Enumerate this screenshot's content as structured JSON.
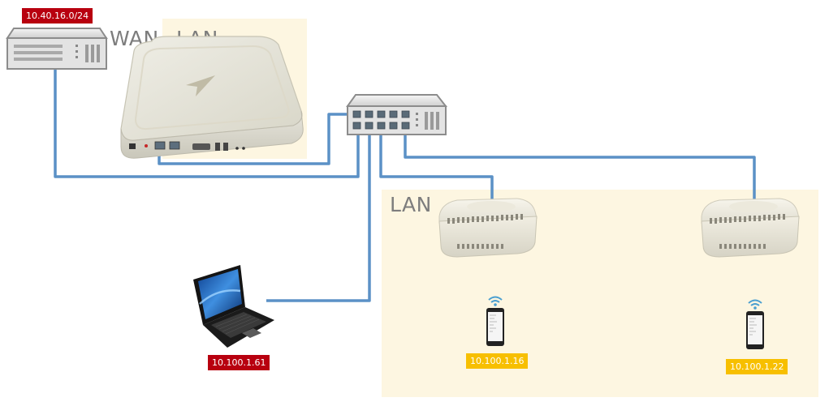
{
  "colors": {
    "wire": "#5b91c6",
    "zone_fill": "#fdf6e1",
    "ip_red": "#b8000f",
    "ip_yellow": "#f7bf00",
    "label_grey": "#7d7d7d",
    "wifi": "#4a9fd0"
  },
  "zones": {
    "wan_label": "WAN",
    "lan_top_label": "LAN",
    "lan_bottom_label": "LAN"
  },
  "devices": {
    "server": {
      "icon": "rack-server-icon",
      "ip": "10.40.16.0/24"
    },
    "router": {
      "icon": "wireless-router-icon"
    },
    "switch": {
      "icon": "network-switch-icon"
    },
    "laptop": {
      "icon": "laptop-icon",
      "ip": "10.100.1.61"
    },
    "access_point_1": {
      "icon": "access-point-icon"
    },
    "access_point_2": {
      "icon": "access-point-icon"
    },
    "phone_1": {
      "icon": "smartphone-icon",
      "ip": "10.100.1.16"
    },
    "phone_2": {
      "icon": "smartphone-icon",
      "ip": "10.100.1.22"
    }
  }
}
